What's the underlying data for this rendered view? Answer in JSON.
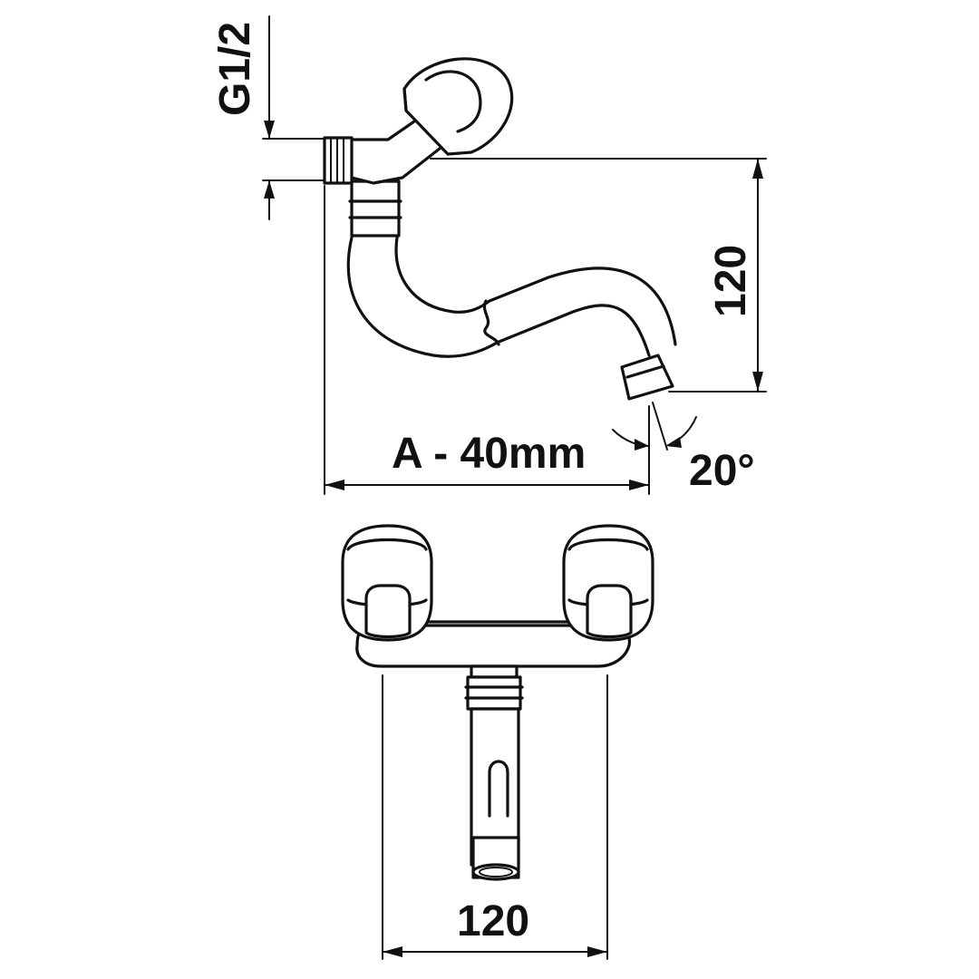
{
  "labels": {
    "thread": "G1/2",
    "height": "120",
    "offset": "A - 40mm",
    "angle": "20°",
    "spacing": "120"
  },
  "colors": {
    "line": "#111111",
    "background": "#ffffff"
  }
}
